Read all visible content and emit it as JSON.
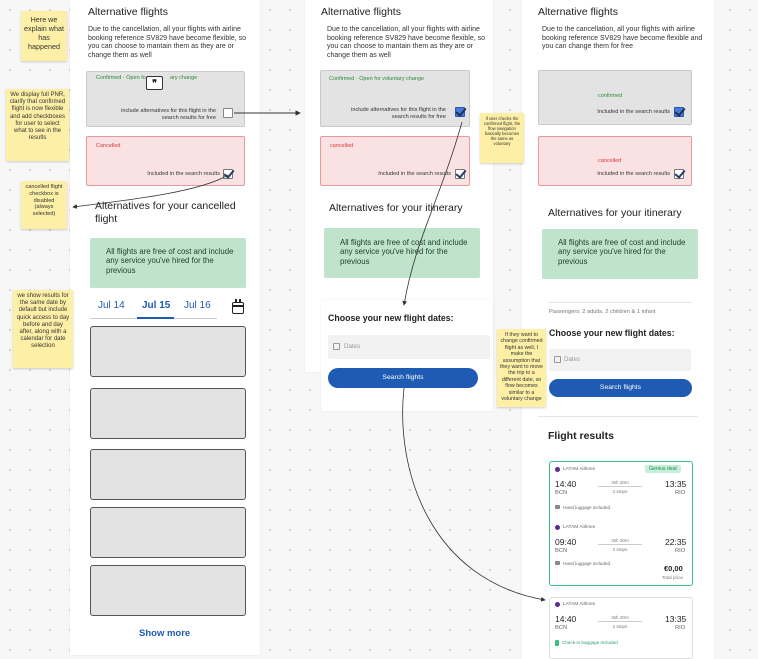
{
  "panel1": {
    "title": "Alternative flights",
    "description": "Due to the cancellation, all your flights with airline booking reference SV829 have become flexible, so you can choose to mantain them as they are or change them as well",
    "confirmed_tag": "Confirmed · Open fo",
    "confirmed_tag_tail": "ary change",
    "include_label": "include alternatives for this flight in the search results for free",
    "cancelled_tag": "Cancelled",
    "included_label": "Included in the search results",
    "section_title": "Alternatives for your cancelled flight",
    "free_text": "All flights are free of cost and include any service you've hired for the previous",
    "date_tabs": [
      "Jul 14",
      "Jul 15",
      "Jul 16"
    ],
    "active_tab": "Jul 15",
    "show_more": "Show more"
  },
  "panel2": {
    "title": "Alternative flights",
    "description": "Due to the cancellation, all your flights with airline booking reference SV829 have become flexible, so you can choose to mantain them as they are or change them as well",
    "confirmed_tag": "Confirmed · Open for voluntary change",
    "include_label": "include alternatives for this flight in the search results for free",
    "cancelled_tag": "cancelled",
    "included_label": "Included in the search results",
    "section_title": "Alternatives for your itinerary",
    "free_text": "All flights are free of cost and include any service you've hired for the previous",
    "dates_title": "Choose your new flight dates:",
    "dates_placeholder": "Dates",
    "search_button": "Search flights"
  },
  "panel3": {
    "title": "Alternative flights",
    "description": "Due to the cancellation, all your flights with airline booking reference SV829 have become flexible and you can change them for free",
    "confirmed_tag": "confirmed",
    "included_label_1": "Included in the search results",
    "cancelled_tag": "cancelled",
    "included_label_2": "Included in the search results",
    "section_title": "Alternatives for your itinerary",
    "free_text": "All flights are free of cost and include any service you've hired for the previous",
    "passengers": "Passengers: 2 adults, 2 children & 1 infant",
    "dates_title": "Choose your new flight dates:",
    "dates_placeholder": "Dates",
    "search_button": "Search flights",
    "results_title": "Flight results",
    "card1": {
      "badge": "Genius deal",
      "leg1": {
        "airline": "LATAM Airlines",
        "dep_time": "14:40",
        "arr_time": "13:35",
        "duration": "3sh 20m",
        "stops": "2 stops",
        "from": "BCN",
        "to": "RIO",
        "bag": "Hand luggage included"
      },
      "leg2": {
        "airline": "LATAM Airlines",
        "dep_time": "09:40",
        "arr_time": "22:35",
        "duration": "3sh 20m",
        "stops": "2 stops",
        "from": "BCN",
        "to": "RIO",
        "bag": "Hand luggage included"
      },
      "price": "€0,00",
      "price_label": "Total price"
    },
    "card2": {
      "airline": "LATAM Airlines",
      "dep_time": "14:40",
      "arr_time": "13:35",
      "duration": "3sh 20m",
      "stops": "2 stops",
      "from": "BCN",
      "to": "RIO",
      "bag": "Check-in baggage included"
    }
  },
  "notes": {
    "n1": "Here we explain what has happened",
    "n2": "We display full PNR, clarify that confirmed flight is now flexible and add checkboxes for user to select what to see in the results",
    "n3": "cancelled flight checkbox is disabled (always selected)",
    "n4": "we show results for the same date by default but include quick access to day before and day after, along with a calendar for date selection",
    "n5": "If user checks the confirmed flight, the flow navigation basically becomes the same as voluntary",
    "n6": "If they want to change confirmed flight as well, I make the assumption that they want to move the trip to a different date, so flow becomes similar to a voluntary change"
  },
  "colors": {
    "blue": "#1f5bb3",
    "green_box": "#bfe3cb",
    "sticky": "#fdf0a6",
    "card_border_green": "#3cbf86"
  }
}
